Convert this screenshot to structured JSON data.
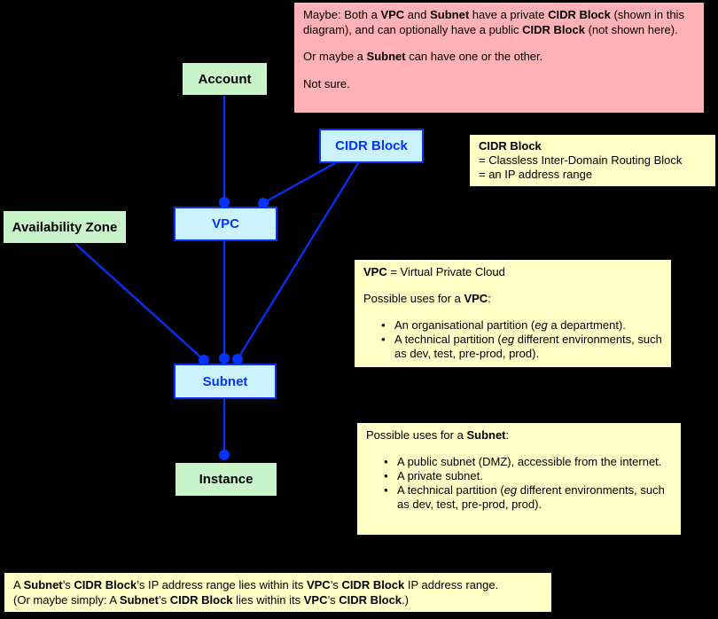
{
  "colors": {
    "background": "#000000",
    "line": "#0433ff",
    "entity_blue_fill": "#ccf2ff",
    "entity_blue_border": "#0433ff",
    "entity_green_fill": "#c9f4ca",
    "entity_green_border": "#000000",
    "note_yellow": "#ffffc6",
    "note_pink": "#ffb1b5"
  },
  "ui": {
    "bullet_char": "•"
  },
  "entities": {
    "account": "Account",
    "cidr_block": "CIDR Block",
    "availability_zone": "Availability Zone",
    "vpc": "VPC",
    "subnet": "Subnet",
    "instance": "Instance"
  },
  "notes": {
    "maybe": {
      "para1": [
        {
          "t": "Maybe: Both a "
        },
        {
          "t": "VPC",
          "b": true
        },
        {
          "t": " and "
        },
        {
          "t": "Subnet",
          "b": true
        },
        {
          "t": " have a private "
        },
        {
          "t": "CIDR Block",
          "b": true
        },
        {
          "t": " (shown in this diagram), and can optionally have a public "
        },
        {
          "t": "CIDR Block",
          "b": true
        },
        {
          "t": " (not shown here)."
        }
      ],
      "para2": [
        {
          "t": "Or maybe a "
        },
        {
          "t": "Subnet",
          "b": true
        },
        {
          "t": " can have one or the other."
        }
      ],
      "para3": [
        {
          "t": "Not sure."
        }
      ]
    },
    "cidr": {
      "line1": [
        {
          "t": "CIDR Block",
          "b": true
        }
      ],
      "line2": [
        {
          "t": "= Classless Inter-Domain Routing Block"
        }
      ],
      "line3": [
        {
          "t": "= an IP address range"
        }
      ]
    },
    "vpc": {
      "definition": [
        {
          "t": "VPC",
          "b": true
        },
        {
          "t": " = Virtual Private Cloud"
        }
      ],
      "uses_intro": [
        {
          "t": "Possible uses for a "
        },
        {
          "t": "VPC",
          "b": true
        },
        {
          "t": ":"
        }
      ],
      "bullets": [
        [
          {
            "t": "An organisational partition ("
          },
          {
            "t": "eg",
            "i": true
          },
          {
            "t": " a department)."
          }
        ],
        [
          {
            "t": "A technical partition ("
          },
          {
            "t": "eg",
            "i": true
          },
          {
            "t": " different environments, such as dev, test, pre-prod, prod)."
          }
        ]
      ]
    },
    "subnet": {
      "uses_intro": [
        {
          "t": "Possible uses for a "
        },
        {
          "t": "Subnet",
          "b": true
        },
        {
          "t": ":"
        }
      ],
      "bullets": [
        [
          {
            "t": "A public subnet (DMZ), accessible from the internet."
          }
        ],
        [
          {
            "t": "A private subnet."
          }
        ],
        [
          {
            "t": "A technical partition ("
          },
          {
            "t": "eg",
            "i": true
          },
          {
            "t": " different environments, such as dev, test, pre-prod, prod)."
          }
        ]
      ]
    },
    "bottom": {
      "line1": [
        {
          "t": "A "
        },
        {
          "t": "Subnet",
          "b": true
        },
        {
          "t": "’s "
        },
        {
          "t": "CIDR Block",
          "b": true
        },
        {
          "t": "’s IP address range lies within its "
        },
        {
          "t": "VPC",
          "b": true
        },
        {
          "t": "’s "
        },
        {
          "t": "CIDR Block",
          "b": true
        },
        {
          "t": " IP address range."
        }
      ],
      "line2": [
        {
          "t": "(Or maybe simply: A "
        },
        {
          "t": "Subnet",
          "b": true
        },
        {
          "t": "’s "
        },
        {
          "t": "CIDR Block",
          "b": true
        },
        {
          "t": " lies within its "
        },
        {
          "t": "VPC",
          "b": true
        },
        {
          "t": "’s "
        },
        {
          "t": "CIDR Block",
          "b": true
        },
        {
          "t": ".)"
        }
      ]
    }
  }
}
